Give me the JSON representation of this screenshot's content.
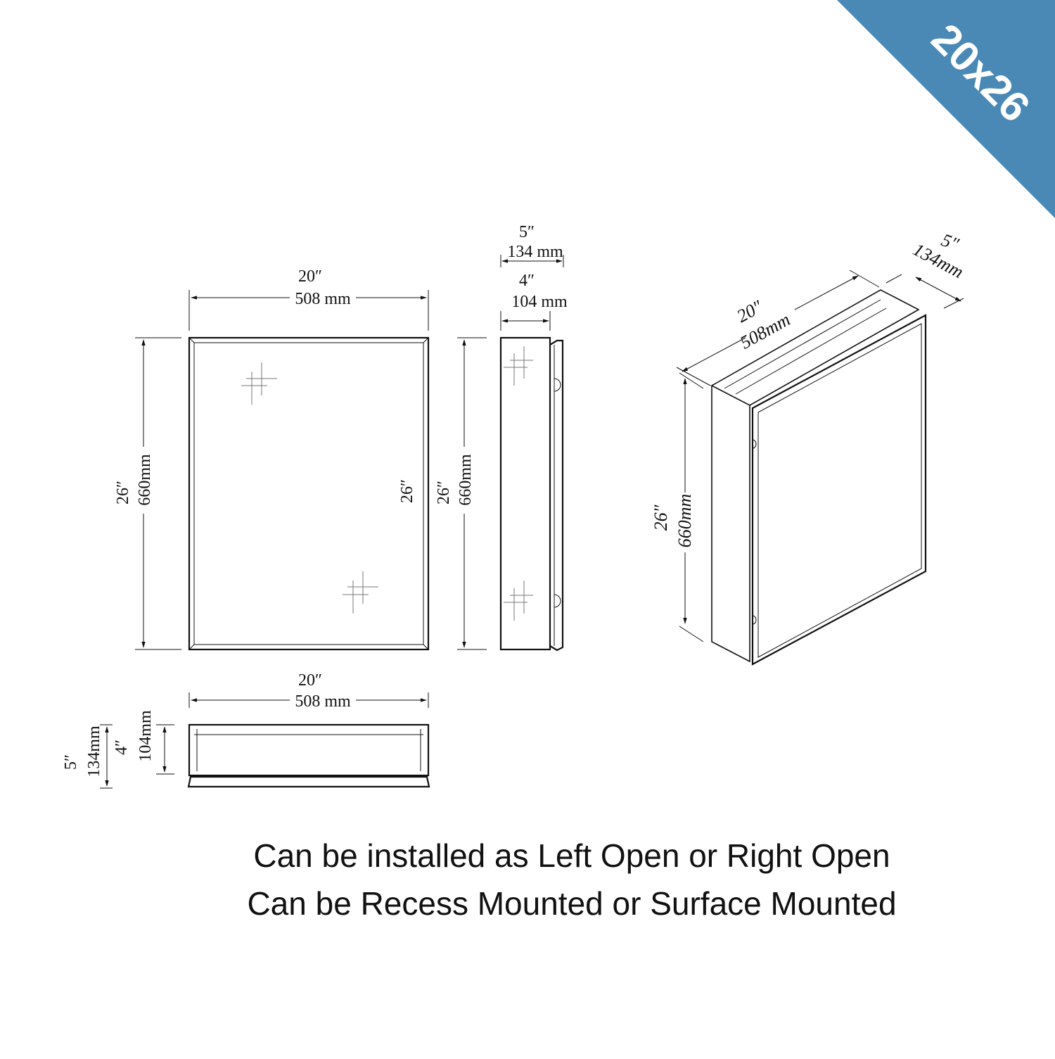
{
  "badge": {
    "label": "20x26",
    "color": "#4a89b5"
  },
  "front_view": {
    "width_inch": "20″",
    "width_mm": "508 mm",
    "height_inch": "26″",
    "height_mm": "660mm",
    "inner_height_inch": "26″"
  },
  "side_view": {
    "depth_inch": "5″",
    "depth_mm": "134 mm",
    "body_depth_inch": "4″",
    "body_depth_mm": "104 mm",
    "height_inch": "26″",
    "height_mm": "660mm"
  },
  "top_view": {
    "width_inch": "20″",
    "width_mm": "508 mm",
    "depth_inch": "5″",
    "depth_mm": "134mm",
    "body_depth_inch": "4″",
    "body_depth_mm": "104mm"
  },
  "iso_view": {
    "width_inch": "20″",
    "width_mm": "508mm",
    "depth_inch": "5″",
    "depth_mm": "134mm",
    "height_inch": "26″",
    "height_mm": "660mm"
  },
  "notes": {
    "line1": "Can be installed as Left Open or Right Open",
    "line2": "Can be Recess Mounted or Surface Mounted"
  }
}
